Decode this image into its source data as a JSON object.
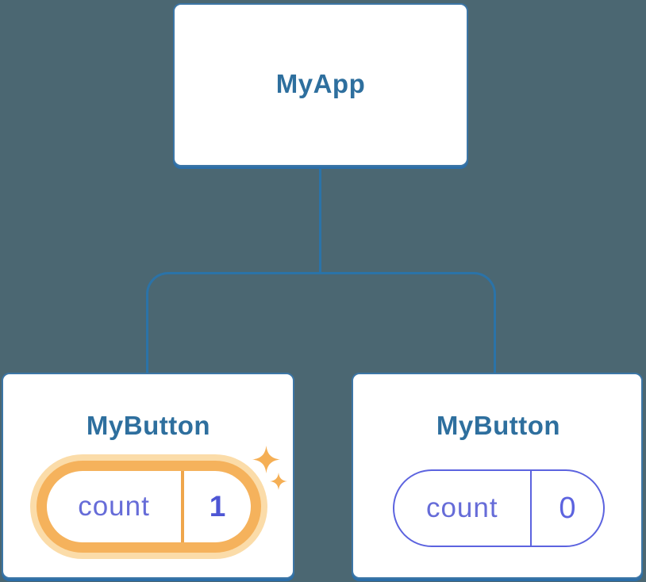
{
  "diagram": {
    "type": "component-tree",
    "root": {
      "label": "MyApp"
    },
    "children": [
      {
        "label": "MyButton",
        "state": {
          "name": "count",
          "value": "1"
        },
        "highlighted": true
      },
      {
        "label": "MyButton",
        "state": {
          "name": "count",
          "value": "0"
        },
        "highlighted": false
      }
    ]
  },
  "icons": {
    "sparkle_large": "four-point-star",
    "sparkle_small": "four-point-star"
  },
  "colors": {
    "background": "#4B6772",
    "card_fill": "#FFFFFF",
    "card_border": "#3C76A6",
    "card_bottom_shadow": "#2C6EA8",
    "node_label_text": "#2E6F9E",
    "connector_line": "#2B73A8",
    "state_name_text": "#666CD8",
    "state_value_active_text": "#4E56D4",
    "state_pill_border": "#5C63DF",
    "highlight_ring": "#F5B25C",
    "highlight_halo": "#FBDCA9",
    "highlight_divider": "#EFA64B",
    "sparkle": "#F5AF55"
  }
}
